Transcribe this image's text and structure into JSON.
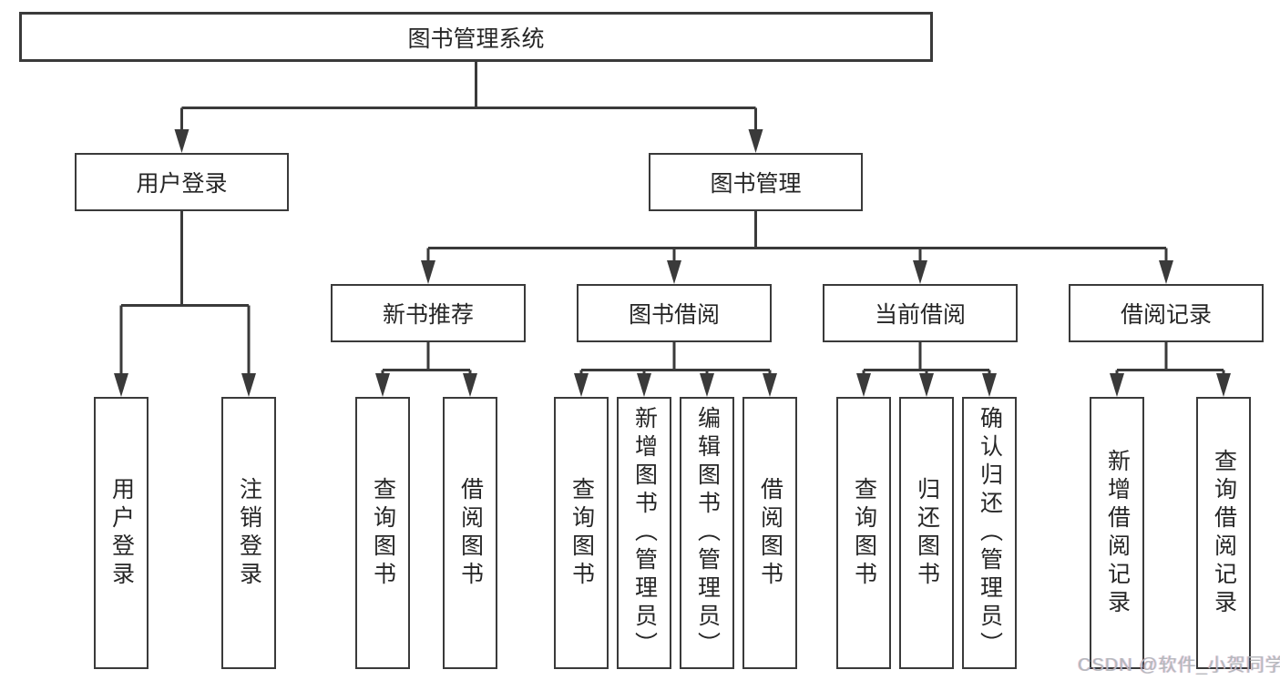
{
  "diagram": {
    "type": "tree",
    "colors": {
      "line": "#3a3a3a",
      "node_border": "#3a3a3a",
      "node_fill": "#ffffff",
      "text": "#262626",
      "watermark_text": "#b5b8bc",
      "background": "#ffffff"
    },
    "tree": {
      "root": {
        "label": "图书管理系统",
        "children": [
          {
            "label": "用户登录",
            "children": [
              {
                "label": "用户登录"
              },
              {
                "label": "注销登录"
              }
            ]
          },
          {
            "label": "图书管理",
            "children": [
              {
                "label": "新书推荐",
                "children": [
                  {
                    "label": "查询图书"
                  },
                  {
                    "label": "借阅图书"
                  }
                ]
              },
              {
                "label": "图书借阅",
                "children": [
                  {
                    "label": "查询图书"
                  },
                  {
                    "label": "新增图书（管理员）"
                  },
                  {
                    "label": "编辑图书（管理员）"
                  },
                  {
                    "label": "借阅图书"
                  }
                ]
              },
              {
                "label": "当前借阅",
                "children": [
                  {
                    "label": "查询图书"
                  },
                  {
                    "label": "归还图书"
                  },
                  {
                    "label": "确认归还（管理员）"
                  }
                ]
              },
              {
                "label": "借阅记录",
                "children": [
                  {
                    "label": "新增借阅记录"
                  },
                  {
                    "label": "查询借阅记录"
                  }
                ]
              }
            ]
          }
        ]
      }
    },
    "watermark": {
      "text": "CSDN @软件_小贺同学"
    }
  }
}
